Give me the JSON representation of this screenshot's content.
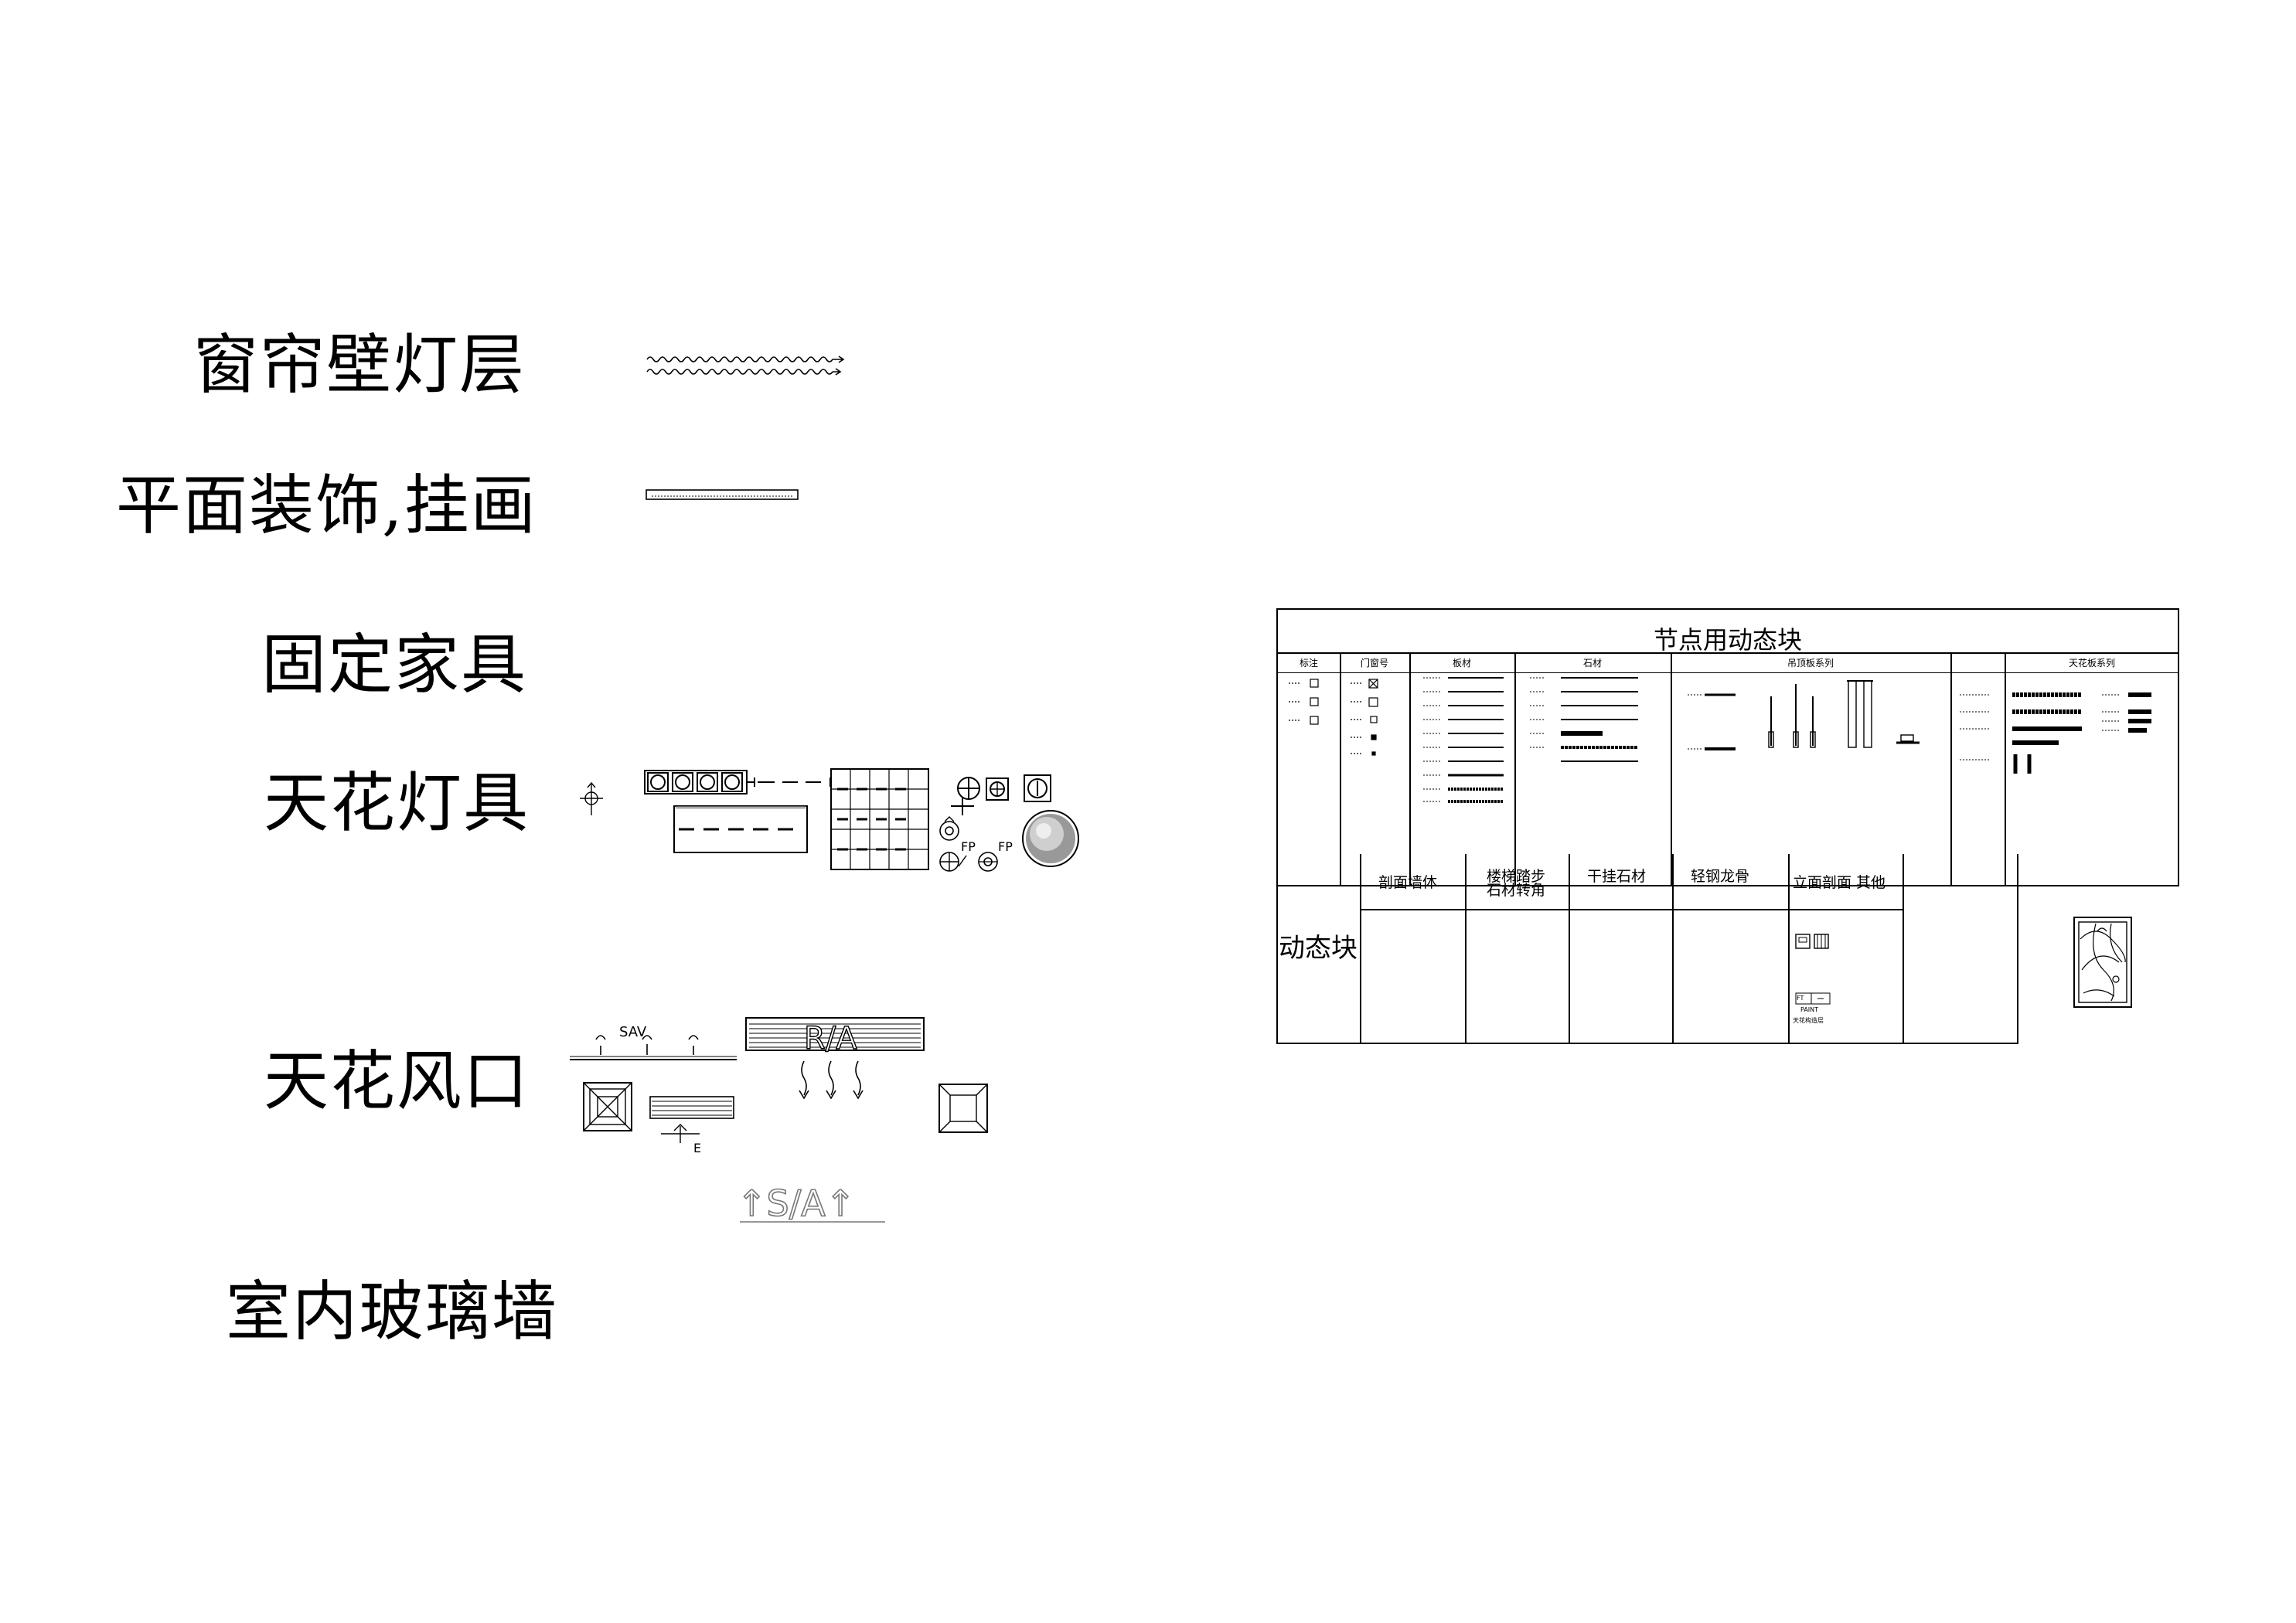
{
  "categories": {
    "curtain_wall_light": "窗帘壁灯层",
    "decor_painting": "平面装饰,挂画",
    "fixed_furniture": "固定家具",
    "ceiling_lights": "天花灯具",
    "ceiling_vents": "天花风口",
    "glass_wall": "室内玻璃墙"
  },
  "vent_labels": {
    "sav": "SAV",
    "ra": "R/A",
    "e": "E",
    "sa": "↑S/A↑"
  },
  "light_labels": {
    "fp1": "FP",
    "fp2": "FP"
  },
  "node_table": {
    "title": "节点用动态块",
    "columns": [
      "标注",
      "门窗号",
      "板材",
      "石材",
      "吊顶板系列",
      "",
      "天花板系列"
    ]
  },
  "dynamic_table": {
    "row_label": "动态块",
    "headers": {
      "section_wall": "剖面墙体",
      "stair_step_line1": "楼梯踏步",
      "stair_step_line2": "石材转角",
      "dry_stone": "干挂石材",
      "steel_keel": "轻钢龙骨",
      "elevation_other": "立面剖面  其他"
    },
    "misc": {
      "ft_label": "FT",
      "paint_label": "PAINT",
      "note_label": "天花构造层"
    }
  }
}
